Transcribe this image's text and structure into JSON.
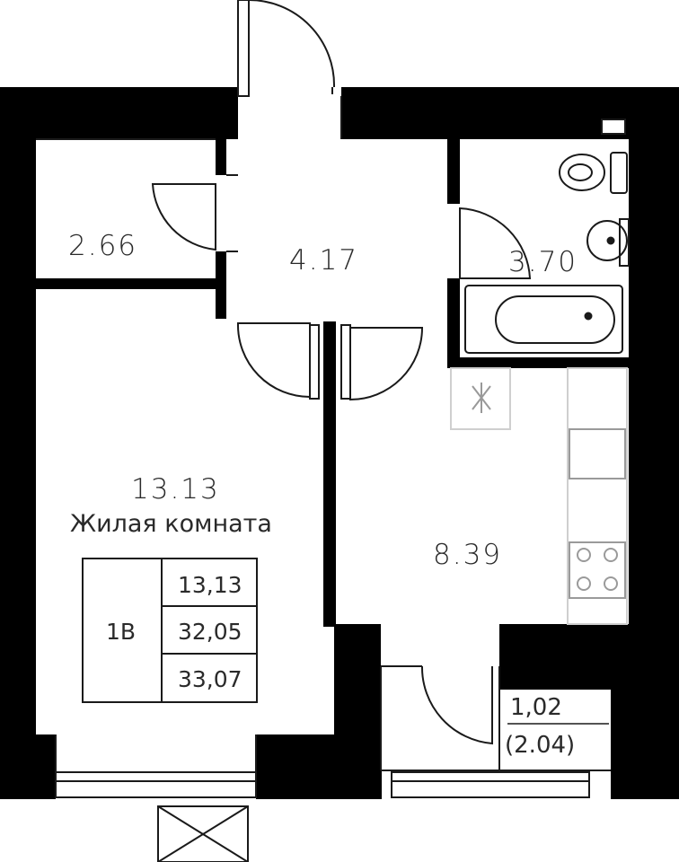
{
  "rooms": {
    "storage_area": "2.66",
    "hall_area": "4.17",
    "bath_area": "3.70",
    "living_area": "13.13",
    "living_name": "Жилая комната",
    "kitchen_area": "8.39",
    "balcony_area": "1,02",
    "balcony_area_full": "(2.04)"
  },
  "summary": {
    "apartment_type": "1В",
    "living_area": "13,13",
    "total_area": "32,05",
    "total_area_with_balcony": "33,07"
  },
  "colors": {
    "wall": "#000000",
    "line": "#1a1a1a",
    "fixture": "#cfcfcf"
  }
}
